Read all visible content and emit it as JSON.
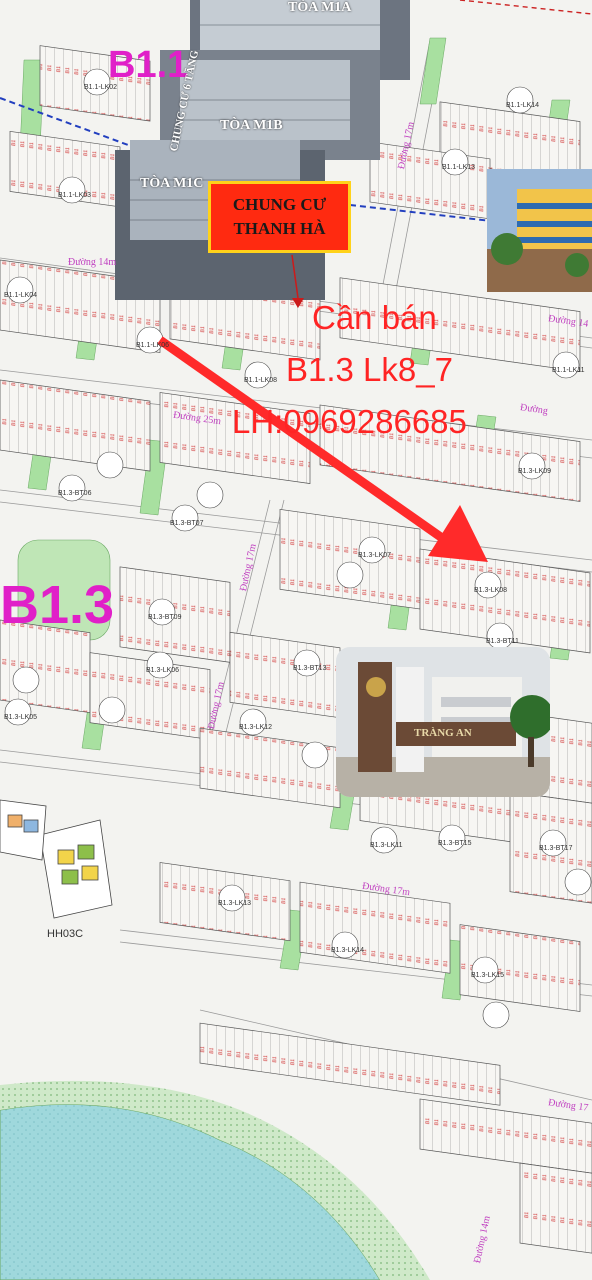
{
  "zones": {
    "b11": "B1.1",
    "b13": "B1.3"
  },
  "towers": {
    "m1a": "TÒA M1A",
    "m1b": "TÒA M1B",
    "m1c": "TÒA M1C",
    "block_name": "CHUNG CƯ 6 TẦNG"
  },
  "sign": {
    "line1": "CHUNG CƯ",
    "line2": "THANH HÀ"
  },
  "sale": {
    "line1": "Cần bán",
    "line2": "B1.3 Lk8_7",
    "line3": "LH:0969286685"
  },
  "roads": {
    "r14": "Đường 14m",
    "r17a": "Đường 17m",
    "r25": "Đường 25m",
    "r17b": "Đường 17m",
    "r17c": "Đường 17m",
    "r17d": "Đường 17m",
    "r14e": "Đường 14m",
    "r14f": "Đường 14",
    "r_d": "Đường",
    "r_g": "Đường 17"
  },
  "areas": {
    "hh03c": "HH03C"
  },
  "gate_sign": "TRÀNG AN",
  "lots": {
    "l1": "B1.1-LK02",
    "l2": "B1.1-LK03",
    "l3": "B1.1-LK04",
    "l4": "B1.1-LK06",
    "l5": "B1.1-LK13",
    "l6": "B1.1-LK14",
    "l7": "B1.3-BT06",
    "l8": "B1.3-BT07",
    "l9": "B1.3-BT09",
    "l10": "B1.3-LK07",
    "l11": "B1.3-LK08",
    "l12": "B1.3-BT11",
    "l13": "B1.3-BT13",
    "l14": "B1.3-LK12",
    "l15": "B1.3-LK05",
    "l16": "B1.3-LK06",
    "l17": "B1.3-LK11",
    "l18": "B1.3-BT15",
    "l19": "B1.3-BT17",
    "l20": "B1.3-LK13",
    "l21": "B1.3-LK14",
    "l22": "B1.3-LK15",
    "l23": "B1.1-LK08",
    "l24": "B1.1-LK11",
    "l25": "B1.3-LK09"
  },
  "colors": {
    "sale_red": "#ff2424",
    "zone_magenta": "#e020c8",
    "green_strip": "#a8e0a0",
    "lake": "#8fd1d8"
  }
}
